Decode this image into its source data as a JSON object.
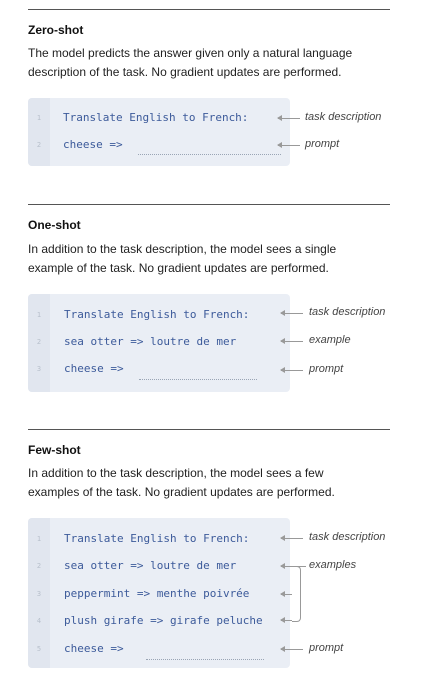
{
  "sections": [
    {
      "title": "Zero-shot",
      "description": "The model predicts the answer given only a natural language description of the task. No gradient updates are performed.",
      "lines": [
        {
          "num": "1",
          "text": "Translate English to French:"
        },
        {
          "num": "2",
          "text": "cheese =>"
        }
      ],
      "labels": {
        "task_description": "task description",
        "prompt": "prompt"
      }
    },
    {
      "title": "One-shot",
      "description": "In addition to the task description, the model sees a single example of the task. No gradient updates are performed.",
      "lines": [
        {
          "num": "1",
          "text": "Translate English to French:"
        },
        {
          "num": "2",
          "text": "sea otter => loutre de mer"
        },
        {
          "num": "3",
          "text": "cheese =>"
        }
      ],
      "labels": {
        "task_description": "task description",
        "example": "example",
        "prompt": "prompt"
      }
    },
    {
      "title": "Few-shot",
      "description": "In addition to the task description, the model sees a few examples of the task. No gradient updates are performed.",
      "lines": [
        {
          "num": "1",
          "text": "Translate English to French:"
        },
        {
          "num": "2",
          "text": "sea otter => loutre de mer"
        },
        {
          "num": "3",
          "text": "peppermint => menthe poivrée"
        },
        {
          "num": "4",
          "text": "plush girafe => girafe peluche"
        },
        {
          "num": "5",
          "text": "cheese =>"
        }
      ],
      "labels": {
        "task_description": "task description",
        "examples": "examples",
        "prompt": "prompt"
      }
    }
  ]
}
